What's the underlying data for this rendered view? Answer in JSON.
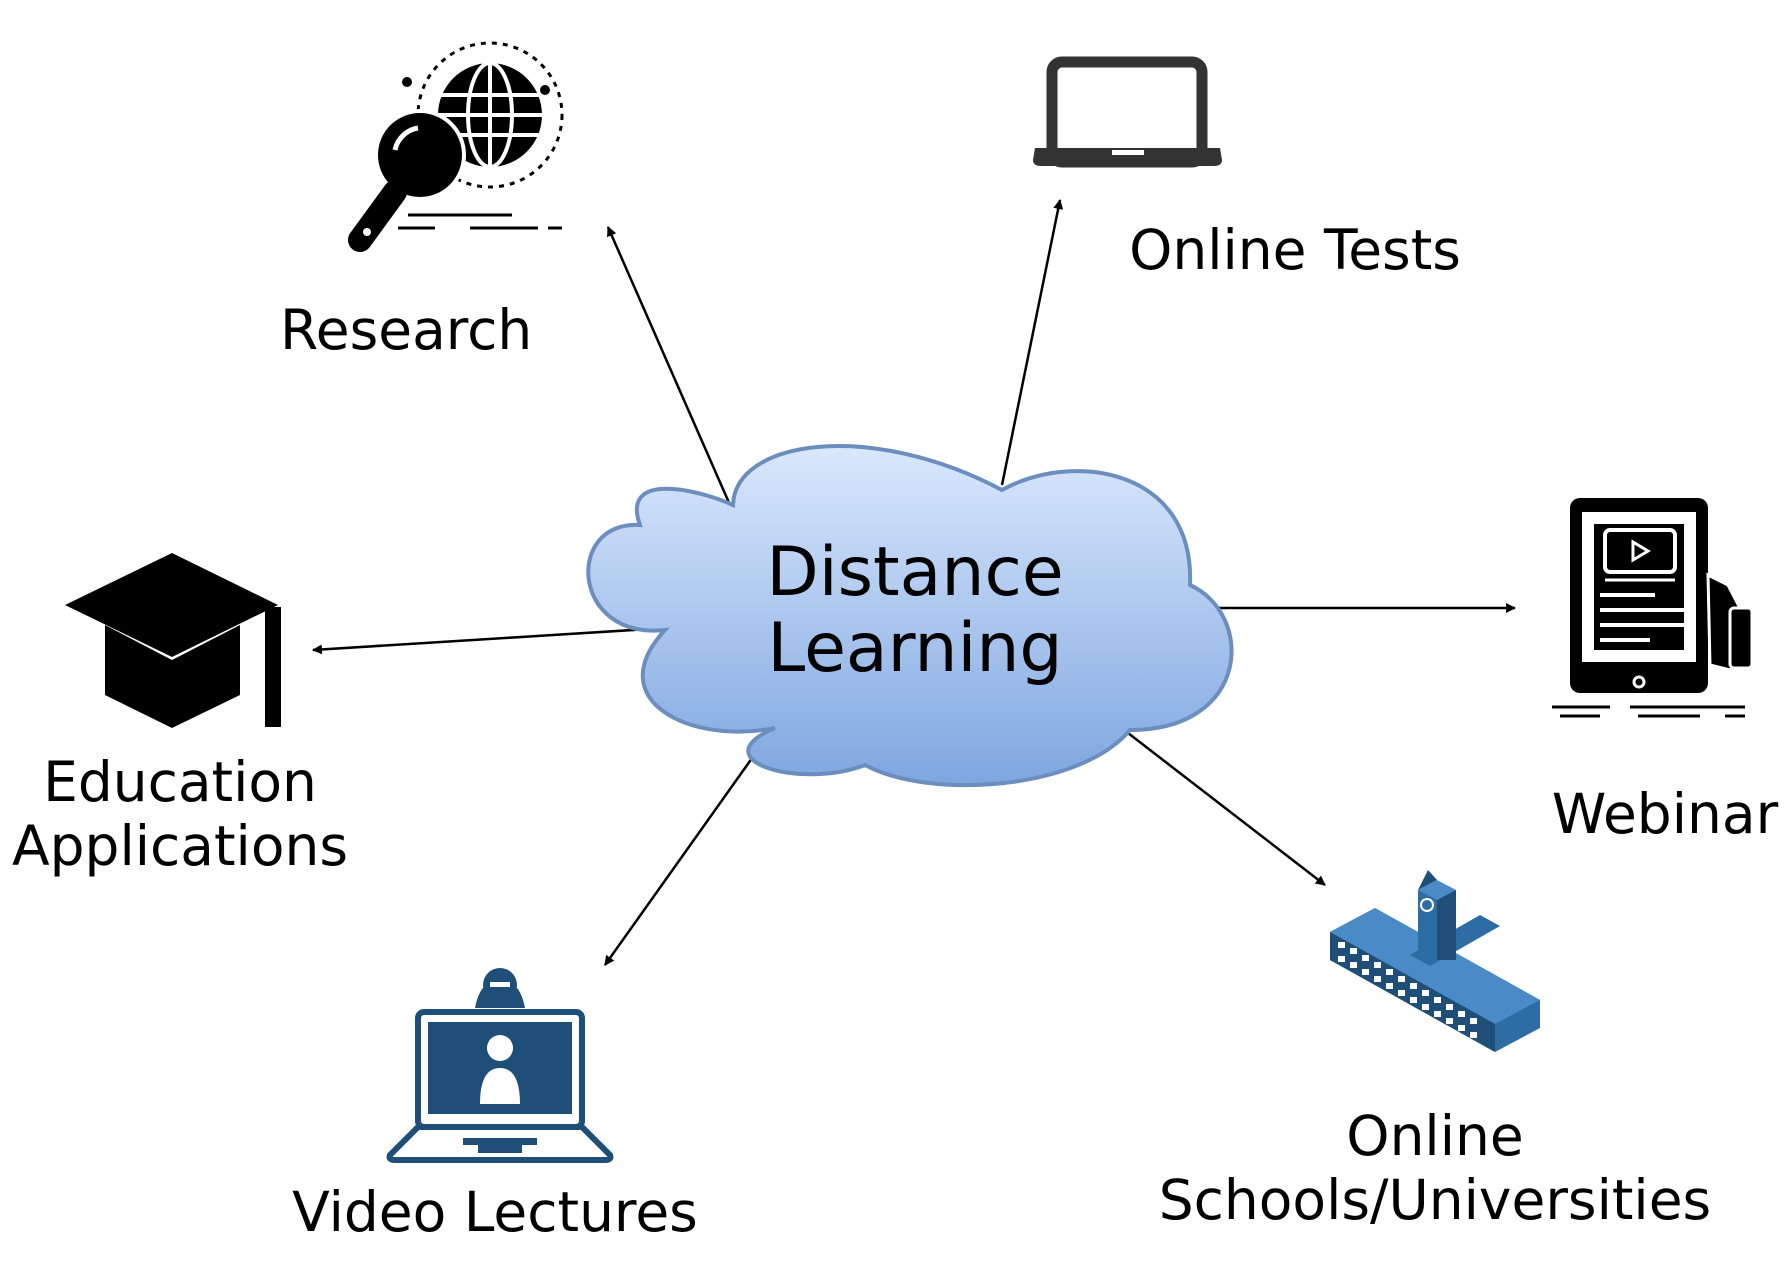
{
  "center": {
    "line1": "Distance",
    "line2": "Learning"
  },
  "nodes": {
    "research": {
      "label": "Research"
    },
    "online_tests": {
      "label": "Online Tests"
    },
    "education": {
      "line1": "Education",
      "line2": "Applications"
    },
    "webinar": {
      "label": "Webinar"
    },
    "video": {
      "label": "Video Lectures"
    },
    "schools": {
      "line1": "Online",
      "line2": "Schools/Universities"
    }
  },
  "colors": {
    "cloud_top": "#dae8fc",
    "cloud_bottom": "#7ea6e0",
    "cloud_stroke": "#6c8ebf",
    "icon_dark": "#000000",
    "video_blue": "#1f4e79",
    "building_blue": "#2e6da4"
  },
  "icons": [
    "search-globe-icon",
    "laptop-icon",
    "graduation-cap-icon",
    "tablet-video-icon",
    "video-call-laptop-icon",
    "university-building-icon"
  ]
}
